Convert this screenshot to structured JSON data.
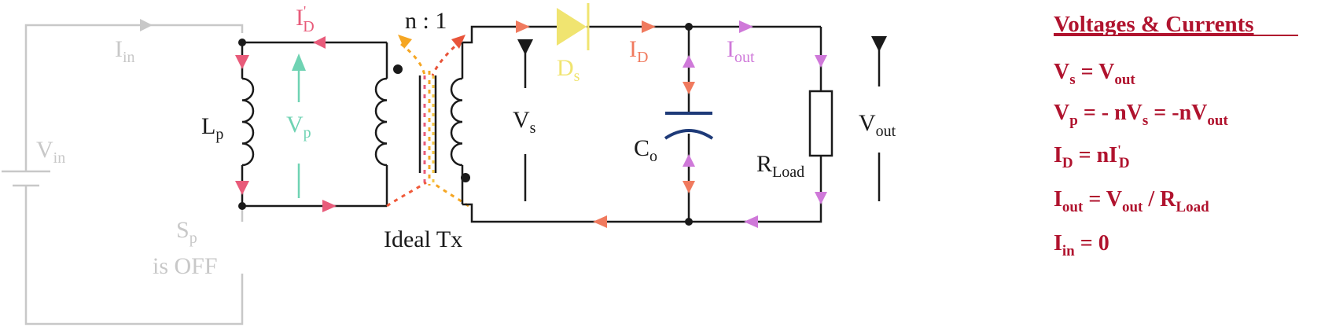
{
  "colors": {
    "wire": "#1a1a1a",
    "off_circuit": "#c8c8c8",
    "primary_current": "#e85b7a",
    "secondary_current": "#f07a5e",
    "output_current": "#cf79d9",
    "vp_arrow": "#6fd3b3",
    "diode": "#f0e470",
    "capacitor": "#1e3a78",
    "flux_dots": "#f5a623",
    "equations": "#b0132e"
  },
  "icons": [
    "diode-symbol",
    "capacitor-symbol",
    "resistor-symbol",
    "inductor-coil",
    "battery-symbol"
  ],
  "circuit": {
    "turns_ratio": "n : 1",
    "transformer_label": "Ideal Tx",
    "switch_label_1": "Sp",
    "switch_label_2": "is OFF",
    "labels": {
      "iin": "Iin",
      "vin": "Vin",
      "lp": "Lp",
      "vp": "Vp",
      "id_prime": "I'D",
      "vs": "Vs",
      "ds": "Ds",
      "id": "ID",
      "iout": "Iout",
      "co": "Co",
      "rload": "RLoad",
      "vout": "Vout"
    }
  },
  "equations": {
    "title": "Voltages & Currents",
    "lines": [
      "Vs = Vout",
      "Vp = - nVs = -nVout",
      "ID = nI'D",
      "Iout = Vout / RLoad",
      "Iin = 0"
    ]
  }
}
